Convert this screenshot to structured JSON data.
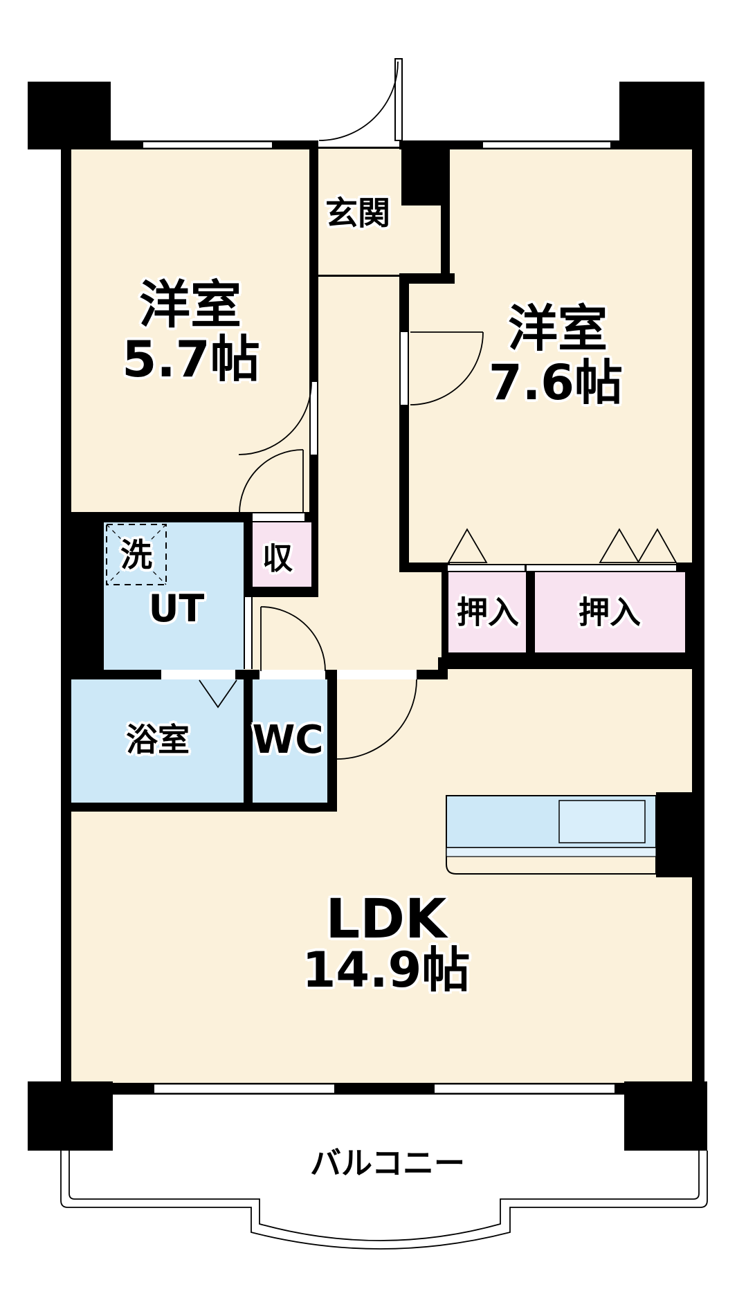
{
  "floorplan": {
    "rooms": {
      "bedroom1": {
        "name": "洋室",
        "size": "5.7帖"
      },
      "bedroom2": {
        "name": "洋室",
        "size": "7.6帖"
      },
      "ldk": {
        "name": "LDK",
        "size": "14.9帖"
      },
      "entrance": {
        "label": "玄関"
      },
      "utility": {
        "label": "UT"
      },
      "laundry": {
        "label": "洗"
      },
      "storage": {
        "label": "収"
      },
      "closet_left": {
        "label": "押入"
      },
      "closet_right": {
        "label": "押入"
      },
      "bathroom": {
        "label": "浴室"
      },
      "toilet": {
        "label": "WC"
      },
      "balcony": {
        "label": "バルコニー"
      }
    },
    "colors": {
      "floor": "#FBF1DB",
      "water_area": "#CDE8F7",
      "closet_area": "#F8E3F0",
      "wall": "#000000",
      "counter_band": "#E3F2FB",
      "sink": "#D9EEFA"
    }
  }
}
